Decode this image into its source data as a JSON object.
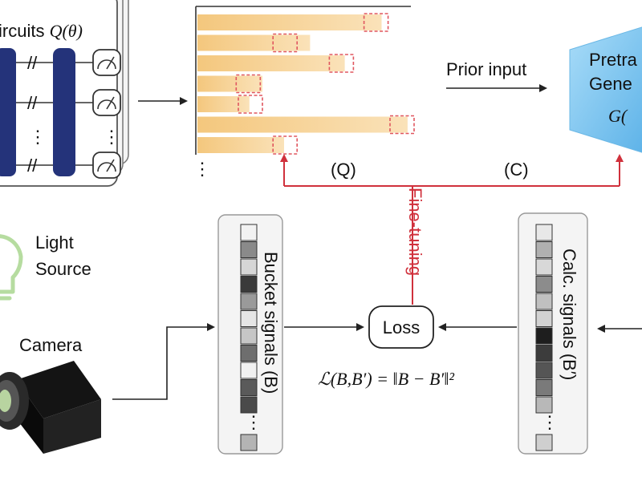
{
  "quantum_panel": {
    "title_prefix": "ircuits ",
    "title_math": "Q(θ)",
    "ellipsis": "⋮"
  },
  "distribution_panel": {
    "bar_values": [
      0.85,
      0.52,
      0.68,
      0.3,
      0.24,
      0.97,
      0.4
    ],
    "target_values": [
      0.88,
      0.46,
      0.72,
      0.29,
      0.3,
      1.0,
      0.46
    ],
    "ellipsis": "⋮"
  },
  "prior_input": {
    "label": "Prior input"
  },
  "generator": {
    "line1": "Pretra",
    "line2": "Gene",
    "symbol": "G(",
    "color": "#7cc4ee"
  },
  "feedback": {
    "q_label": "(Q)",
    "c_label": "(C)",
    "fine_tuning_label": "Fine-tuning",
    "color": "#d0313c"
  },
  "light_source": {
    "line1": "Light",
    "line2": "Source"
  },
  "camera": {
    "label": "Camera"
  },
  "bucket_signals": {
    "label": "Bucket signals (B)",
    "cells": [
      "#f2f2f2",
      "#8a8a8a",
      "#d6d6d6",
      "#3a3a3a",
      "#9a9a9a",
      "#e6e6e6",
      "#c6c6c6",
      "#6e6e6e",
      "#f0f0f0",
      "#5a5a5a",
      "#4a4a4a"
    ],
    "last_cell": "#b4b4b4"
  },
  "calc_signals": {
    "label": "Calc. signals (B′)",
    "cells": [
      "#e8e8e8",
      "#b0b0b0",
      "#d8d8d8",
      "#8c8c8c",
      "#c0c0c0",
      "#d2d2d2",
      "#1e1e1e",
      "#3c3c3c",
      "#555555",
      "#7a7a7a",
      "#b8b8b8"
    ],
    "last_cell": "#cfcfcf"
  },
  "loss": {
    "label": "Loss",
    "formula": "ℒ(B,B′) = ‖B − B′‖²"
  }
}
